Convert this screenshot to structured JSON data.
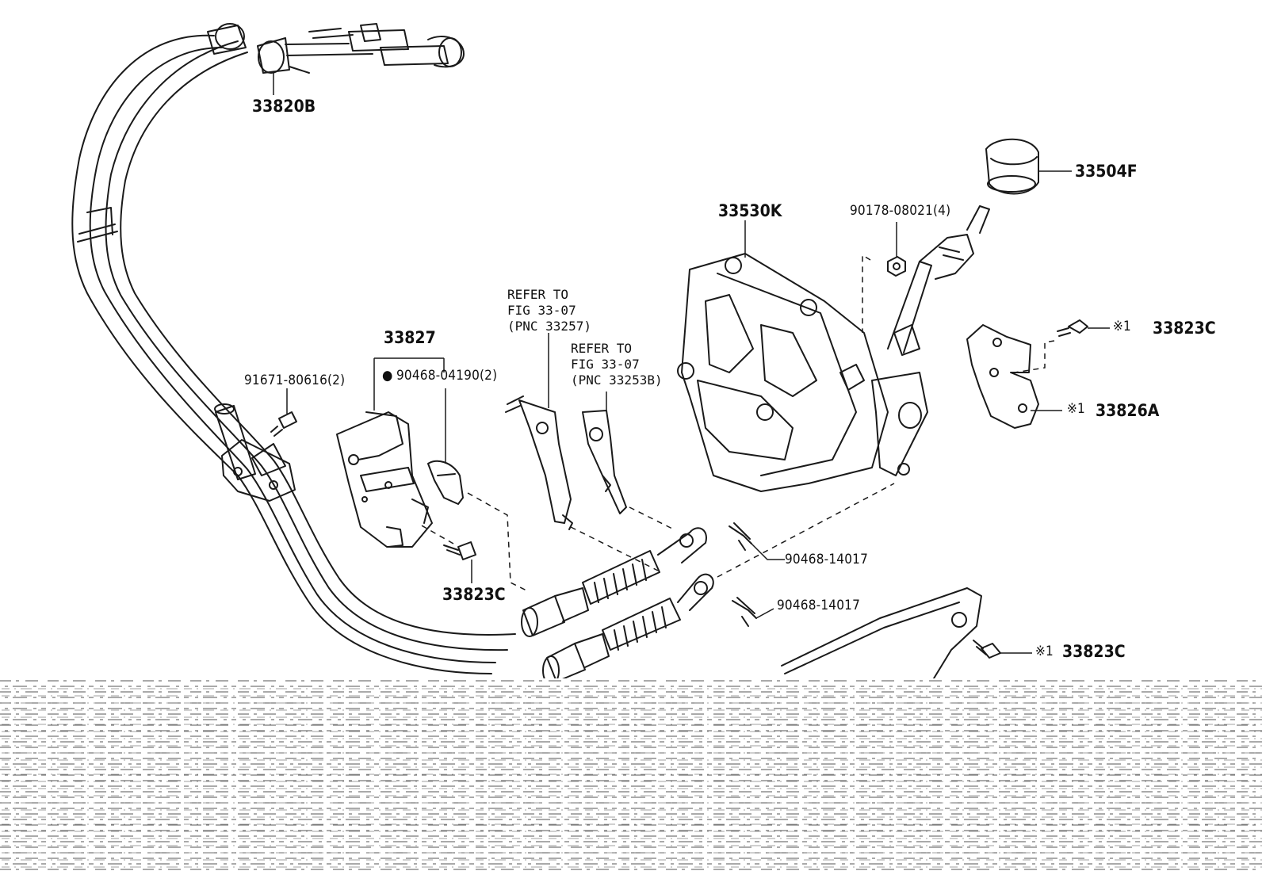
{
  "labels": {
    "p33820B": "33820B",
    "p33504F": "33504F",
    "p33530K": "33530K",
    "p90178": "90178-08021(4)",
    "p33823C_top": "33823C",
    "p33826A": "33826A",
    "p33827": "33827",
    "p90468_04190": "90468-04190(2)",
    "p91671": "91671-80616(2)",
    "p33823C_mid": "33823C",
    "p90468_14017_a": "90468-14017",
    "p90468_14017_b": "90468-14017",
    "p33823C_bot": "33823C"
  },
  "refer": {
    "a": {
      "line1": "REFER TO",
      "line2": "FIG 33-07",
      "line3": "(PNC 33257)"
    },
    "b": {
      "line1": "REFER TO",
      "line2": "FIG 33-07",
      "line3": "(PNC 33253B)"
    }
  },
  "marks": {
    "kome": "※1",
    "dot": "●"
  },
  "colors": {
    "line": "#1a1a1a",
    "background": "#ffffff"
  }
}
